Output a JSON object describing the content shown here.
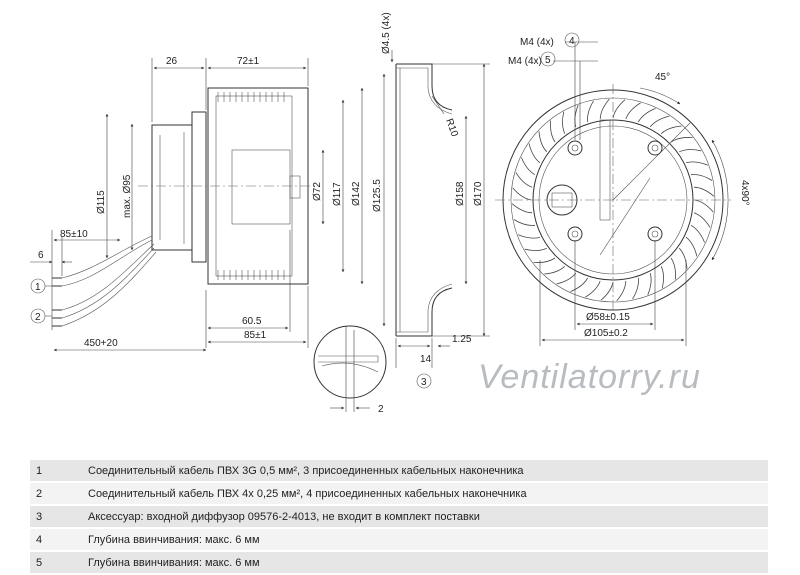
{
  "dims": {
    "d26": "26",
    "d72": "72±1",
    "d115": "Ø115",
    "dmax95": "max. Ø95",
    "d72dia": "Ø72",
    "d117": "Ø117",
    "d142": "Ø142",
    "d85cable": "85±10",
    "d6": "6",
    "d450": "450+20",
    "d605": "60.5",
    "d85": "85±1",
    "d2": "2",
    "d45x4": "Ø4.5 (4x)",
    "r10": "R10",
    "d1255": "Ø125.5",
    "d158": "Ø158",
    "d170": "Ø170",
    "d14": "14",
    "d125": "1.25",
    "m4a": "M4 (4x)",
    "m4b": "M4 (4x)",
    "a45": "45°",
    "a4x90": "4x90°",
    "d58": "Ø58±0.15",
    "d105": "Ø105±0.2"
  },
  "callouts": [
    "1",
    "2",
    "3",
    "4",
    "5"
  ],
  "watermark": "Ventilatorry.ru",
  "legend": [
    {
      "num": "1",
      "text": "Соединительный кабель ПВХ 3G 0,5 мм², 3 присоединенных кабельных наконечника"
    },
    {
      "num": "2",
      "text": "Соединительный кабель ПВХ 4x 0,25 мм², 4 присоединенных кабельных наконечника"
    },
    {
      "num": "3",
      "text": "Аксессуар: входной диффузор 09576-2-4013, не входит в комплект поставки"
    },
    {
      "num": "4",
      "text": "Глубина ввинчивания: макс. 6 мм"
    },
    {
      "num": "5",
      "text": "Глубина ввинчивания: макс. 6 мм"
    }
  ]
}
